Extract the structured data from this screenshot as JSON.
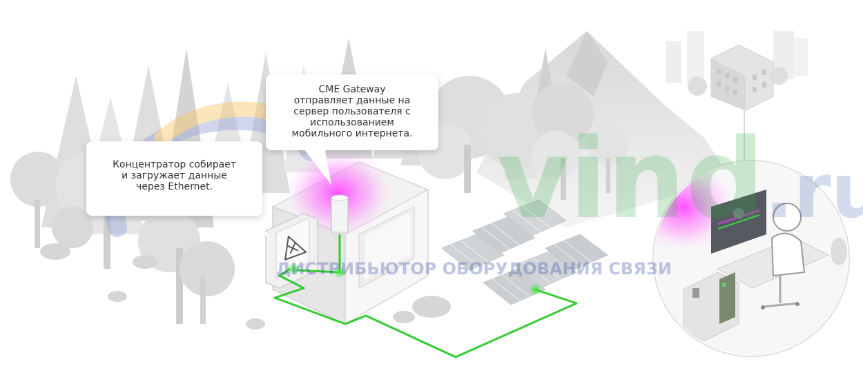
{
  "callouts": {
    "gateway": {
      "title": "CME Gateway",
      "lines": [
        "отправляет данные на",
        "сервер пользователя с",
        "использованием",
        "мобильного интернета."
      ]
    },
    "concentrator": {
      "lines": [
        "Концентратор собирает",
        "и загружает данные",
        "через Ethernet."
      ]
    }
  },
  "watermark": {
    "logo_main": "vind",
    "logo_suffix": ".ru",
    "tagline": "ДИСТРИБЬЮТОР ОБОРУДОВАНИЯ СВЯЗИ"
  },
  "colors": {
    "cable": "#33cc33",
    "signal_glow": "#ff33ff",
    "tree_fill": "#d9d9d9",
    "background": "#ffffff"
  },
  "icons": [
    "concentrator-tools-icon",
    "gateway-antenna-icon",
    "solar-panel-icon",
    "server-operator-icon"
  ]
}
